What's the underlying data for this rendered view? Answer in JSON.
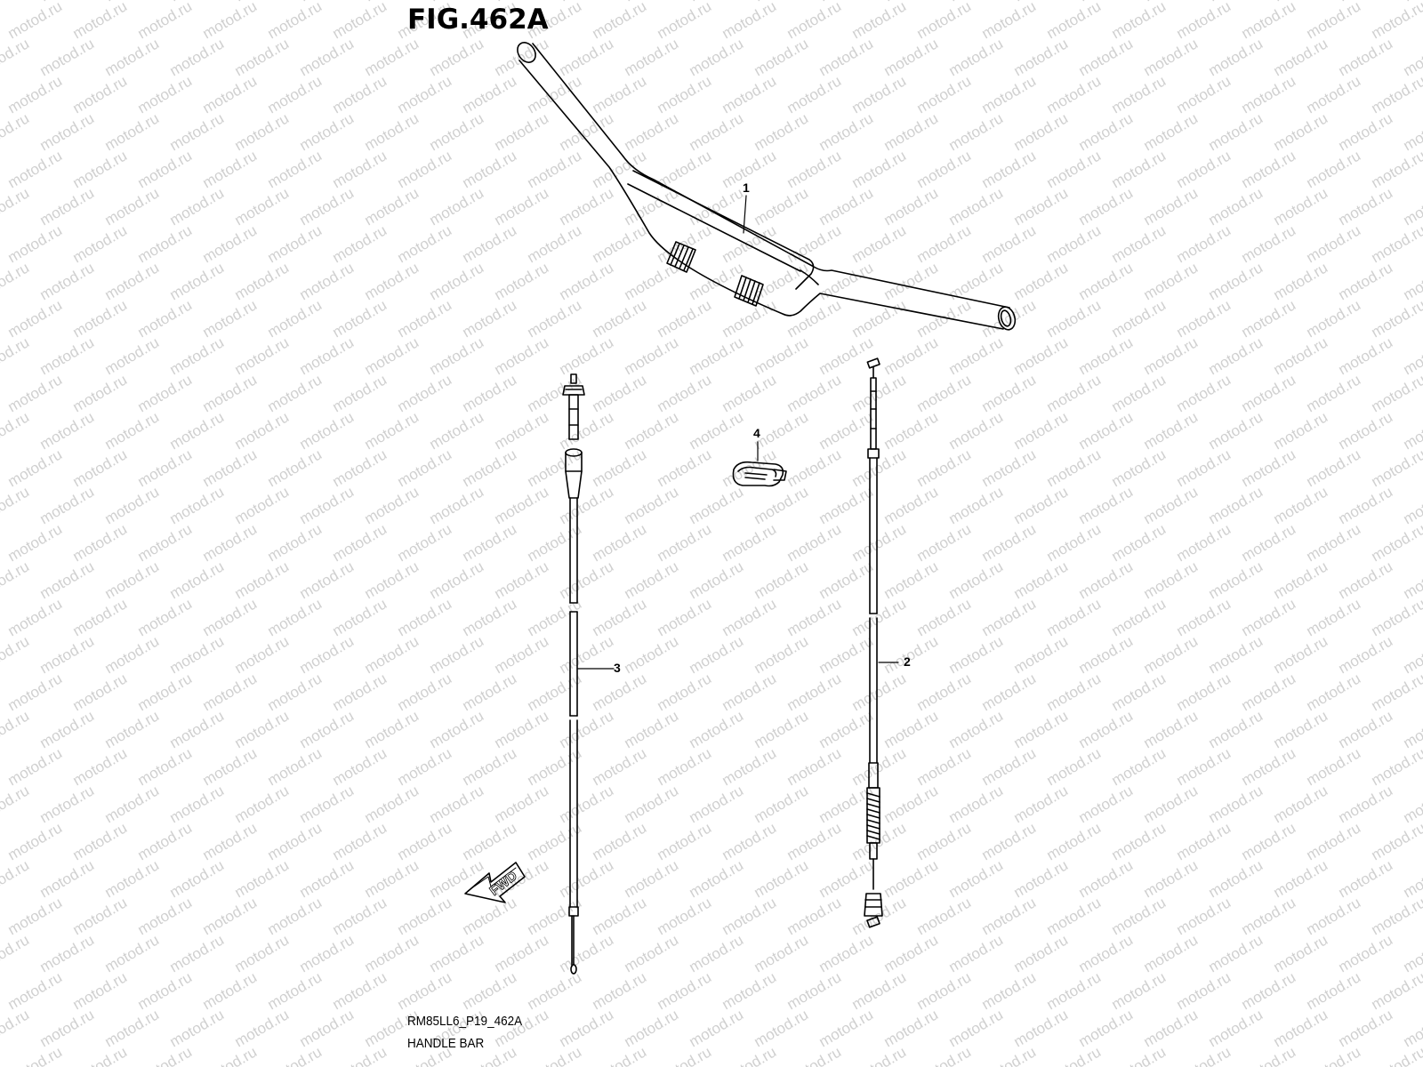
{
  "figure": {
    "title": "FIG.462A",
    "code": "RM85LL6_P19_462A",
    "name": "HANDLE BAR"
  },
  "watermark": {
    "text": "motod.ru",
    "color": "#d0d0d0"
  },
  "callouts": [
    {
      "id": "1",
      "label": "1"
    },
    {
      "id": "2",
      "label": "2"
    },
    {
      "id": "3",
      "label": "3"
    },
    {
      "id": "4",
      "label": "4"
    }
  ],
  "direction_arrow": {
    "label": "FWD"
  },
  "colors": {
    "line": "#000000",
    "background": "#ffffff"
  }
}
